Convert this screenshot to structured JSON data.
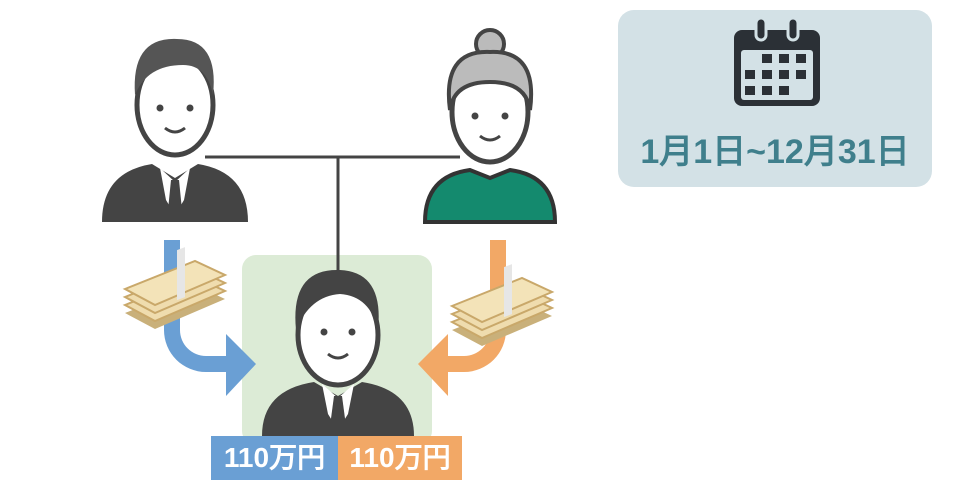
{
  "period": {
    "icon": "calendar-icon",
    "label": "1月1日~12月31日"
  },
  "people": {
    "grandfather": "grandfather-icon",
    "grandmother": "grandmother-icon",
    "recipient": "man-icon"
  },
  "gifts": [
    {
      "from": "grandfather",
      "amount": "110万円",
      "color": "#6a9fd4"
    },
    {
      "from": "grandmother",
      "amount": "110万円",
      "color": "#f2a866"
    }
  ],
  "colors": {
    "highlight_bg": "#dcebd6",
    "calendar_bg": "#d3e1e6",
    "calendar_text": "#3f7f8c",
    "figure": "#444444"
  }
}
